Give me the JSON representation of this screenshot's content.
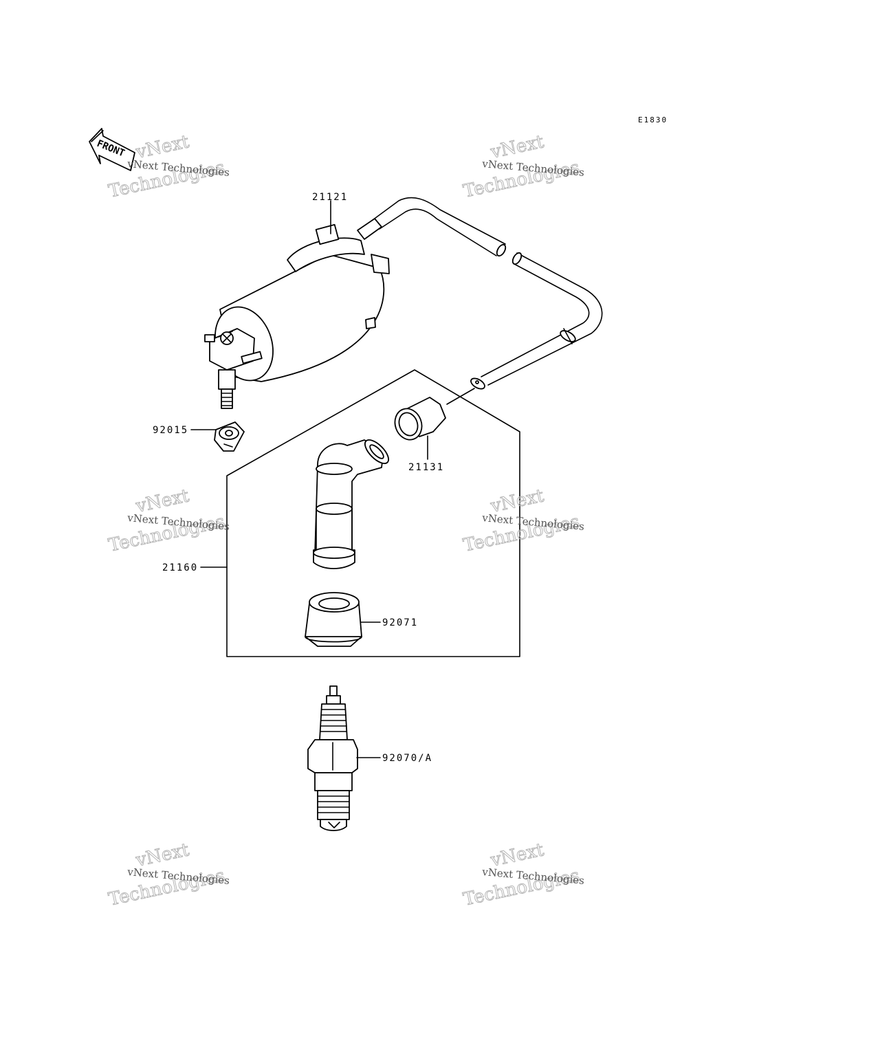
{
  "diagram": {
    "code": "E1830",
    "front_label": "FRONT",
    "callouts": [
      {
        "id": "p21121",
        "label": "21121"
      },
      {
        "id": "p92015",
        "label": "92015"
      },
      {
        "id": "p21131",
        "label": "21131"
      },
      {
        "id": "p21160",
        "label": "21160"
      },
      {
        "id": "p92071",
        "label": "92071"
      },
      {
        "id": "p92070",
        "label": "92070/A"
      }
    ],
    "watermark": {
      "small": "vNext Technologies",
      "large_top": "vNext",
      "large_bottom": "Technologies"
    }
  }
}
